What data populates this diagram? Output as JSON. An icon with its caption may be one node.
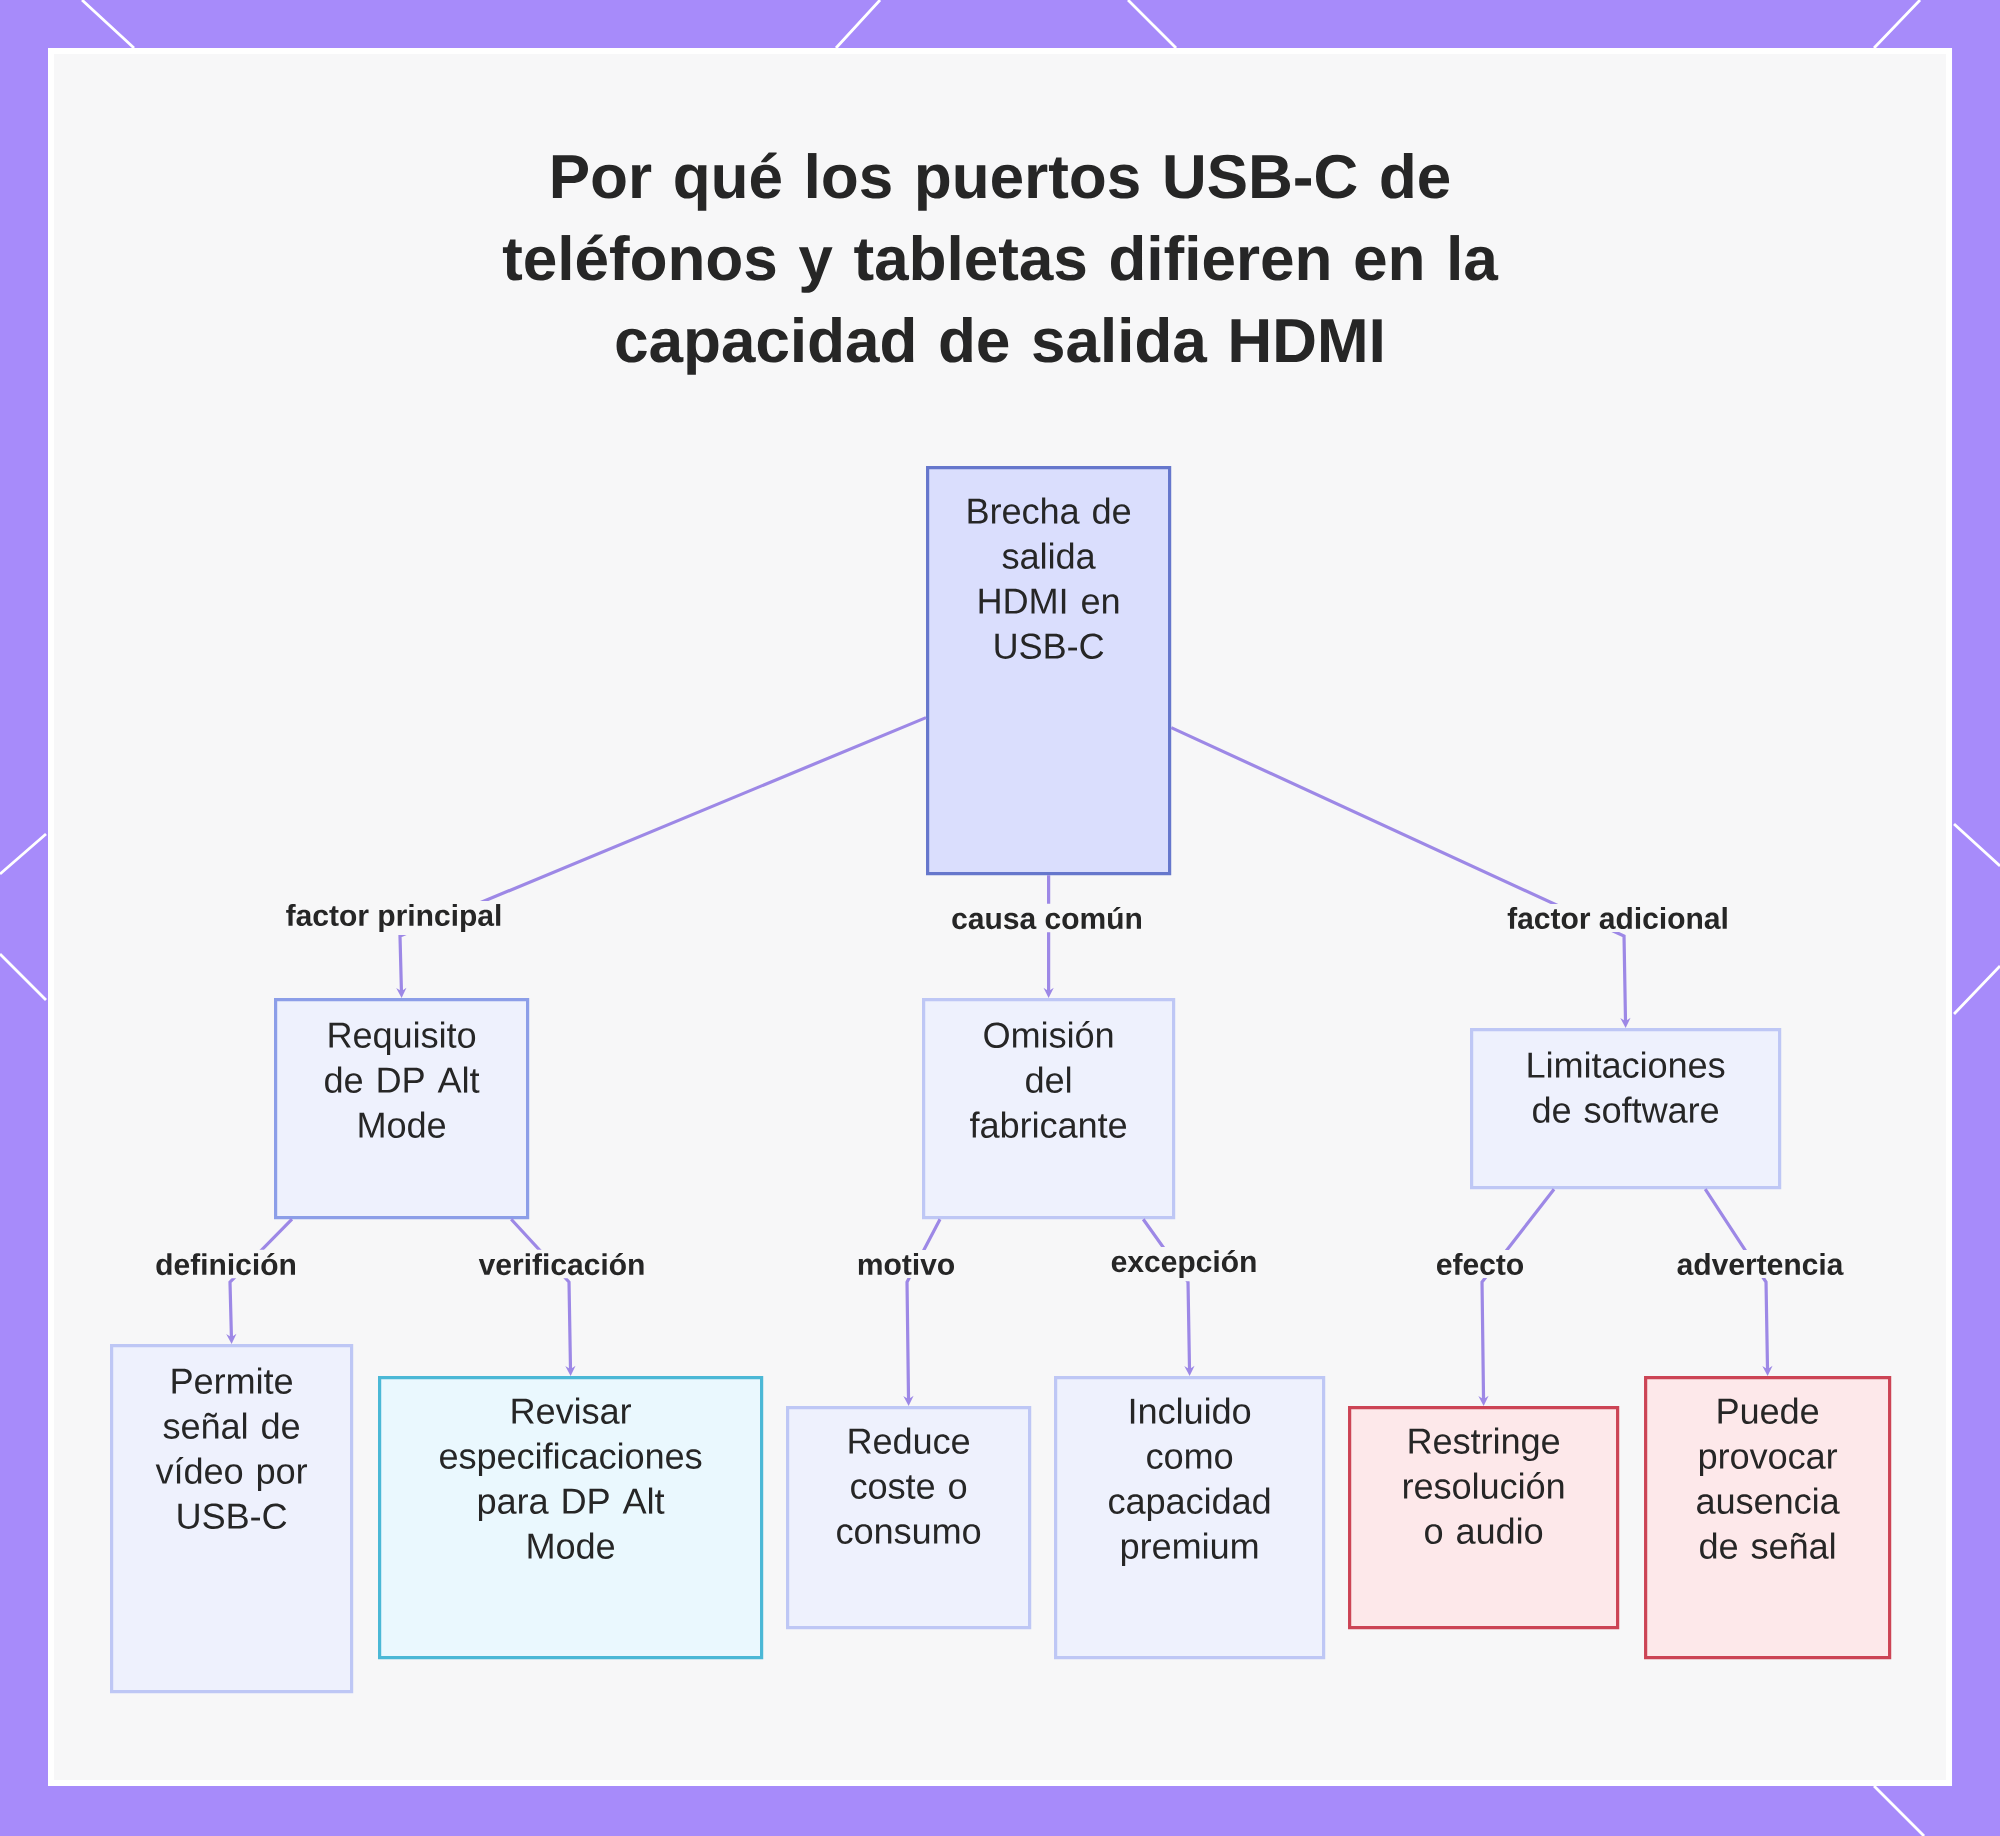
{
  "diagram": {
    "title": "Por qué los puertos USB-C de teléfonos y tabletas difieren en la capacidad de salida HDMI",
    "nodes": [
      {
        "text": [
          "Brecha de salida HDMI en USB-C"
        ]
      },
      {
        "text": [
          "Requisito de DP Alt Mode"
        ]
      },
      {
        "text": [
          "Omisión del fabricante"
        ]
      },
      {
        "text": [
          "Limitaciones de software"
        ]
      },
      {
        "text": [
          "Permite señal de vídeo por USB-C"
        ]
      },
      {
        "text": [
          "Revisar especificaciones para DP Alt Mode"
        ]
      },
      {
        "text": [
          "Reduce coste o consumo"
        ]
      },
      {
        "text": [
          "Incluido como capacidad premium"
        ]
      },
      {
        "text": [
          "Restringe resolución o audio"
        ]
      },
      {
        "text": [
          "Puede provocar ausencia de señal"
        ]
      }
    ],
    "edges": [
      {
        "from": 0,
        "to": 1,
        "arrow": "to",
        "label": "factor principal"
      },
      {
        "from": 0,
        "to": 2,
        "arrow": "to",
        "label": "causa común"
      },
      {
        "from": 0,
        "to": 3,
        "arrow": "to",
        "label": "factor adicional"
      },
      {
        "from": 1,
        "to": 4,
        "arrow": "to",
        "label": "definición"
      },
      {
        "from": 1,
        "to": 5,
        "arrow": "to",
        "label": "verificación"
      },
      {
        "from": 2,
        "to": 6,
        "arrow": "to",
        "label": "motivo"
      },
      {
        "from": 2,
        "to": 7,
        "arrow": "to",
        "label": "excepción"
      },
      {
        "from": 3,
        "to": 8,
        "arrow": "to",
        "label": "efecto"
      },
      {
        "from": 3,
        "to": 9,
        "arrow": "to",
        "label": "advertencia"
      }
    ]
  }
}
